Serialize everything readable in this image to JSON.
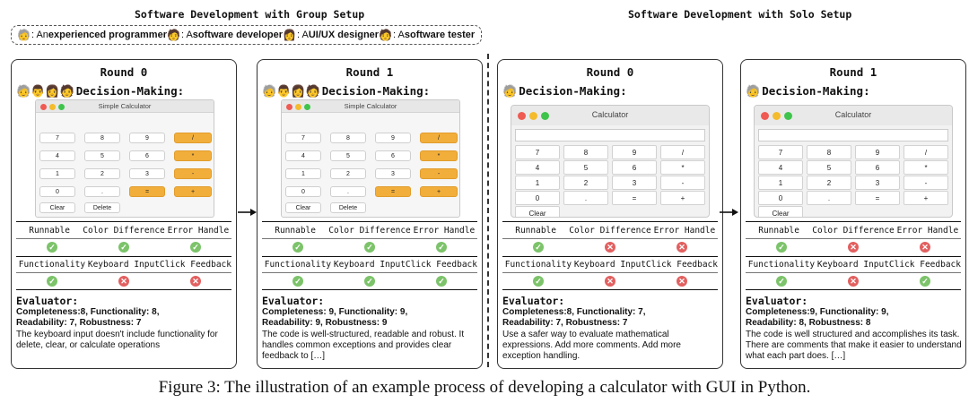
{
  "sections": {
    "group_title": "Software Development with Group Setup",
    "solo_title": "Software Development with Solo Setup"
  },
  "roles": [
    {
      "icon": "programmer-avatar",
      "text": ": An "
    },
    {
      "bold": "experienced programmer"
    },
    {
      "icon": "developer-avatar",
      "text": ": A "
    },
    {
      "bold": "software developer"
    },
    {
      "icon": "designer-avatar",
      "text": ": A "
    },
    {
      "bold": "UI/UX designer"
    },
    {
      "icon": "tester-avatar",
      "text": ": A "
    },
    {
      "bold": "software tester"
    }
  ],
  "roles_text": {
    "r1_prefix": ": An ",
    "r1": "experienced programmer",
    "r2_prefix": ": A ",
    "r2": "software developer",
    "r3_prefix": ": A ",
    "r3": "UI/UX designer",
    "r4_prefix": ": A ",
    "r4": "software tester"
  },
  "dm_label": "Decision-Making:",
  "criteria_headers_1": [
    "Runnable",
    "Color Difference",
    "Error Handle"
  ],
  "criteria_headers_2": [
    "Functionality",
    "Keyboard Input",
    "Click Feedback"
  ],
  "eval_label": "Evaluator:",
  "calc1": {
    "title": "Simple Calculator",
    "keys": [
      [
        "7",
        "8",
        "9",
        "/"
      ],
      [
        "4",
        "5",
        "6",
        "*"
      ],
      [
        "1",
        "2",
        "3",
        "-"
      ],
      [
        "0",
        ".",
        "=",
        "+"
      ]
    ],
    "extra": [
      "Clear",
      "Delete"
    ]
  },
  "calc2": {
    "title": "Calculator",
    "keys": [
      [
        "7",
        "8",
        "9",
        "/"
      ],
      [
        "4",
        "5",
        "6",
        "*"
      ],
      [
        "1",
        "2",
        "3",
        "-"
      ],
      [
        "0",
        ".",
        "=",
        "+"
      ]
    ],
    "extra": [
      "Clear"
    ]
  },
  "cards": [
    {
      "round": "Round 0",
      "row1": [
        "ok",
        "ok",
        "ok"
      ],
      "row2": [
        "ok",
        "no",
        "no"
      ],
      "scores_l1": "Completeness:8, Functionality: 8,",
      "scores_l2": "Readability: 7, Robustness: 7",
      "comment": "The keyboard input doesn't include functionality for delete, clear, or calculate operations"
    },
    {
      "round": "Round 1",
      "row1": [
        "ok",
        "ok",
        "ok"
      ],
      "row2": [
        "ok",
        "ok",
        "ok"
      ],
      "scores_l1": "Completeness: 9, Functionality: 9,",
      "scores_l2": "Readability: 9, Robustness: 9",
      "comment": "The code is well-structured, readable and robust. It handles common exceptions and provides clear feedback to […]"
    },
    {
      "round": "Round 0",
      "row1": [
        "ok",
        "no",
        "no"
      ],
      "row2": [
        "ok",
        "no",
        "no"
      ],
      "scores_l1": "Completeness:8, Functionality: 7,",
      "scores_l2": "Readability: 7, Robustness: 7",
      "comment": "Use a safer way to evaluate mathematical expressions. Add more comments. Add more exception handling."
    },
    {
      "round": "Round 1",
      "row1": [
        "ok",
        "no",
        "no"
      ],
      "row2": [
        "ok",
        "no",
        "ok"
      ],
      "scores_l1": "Completeness:9, Functionality: 9,",
      "scores_l2": "Readability: 8, Robustness: 8",
      "comment": "The code is well structured and accomplishes its task. There are comments that make it easier to understand what each part does. […]"
    }
  ],
  "caption": "Figure 3: The illustration of an example process of developing a calculator with GUI in Python."
}
